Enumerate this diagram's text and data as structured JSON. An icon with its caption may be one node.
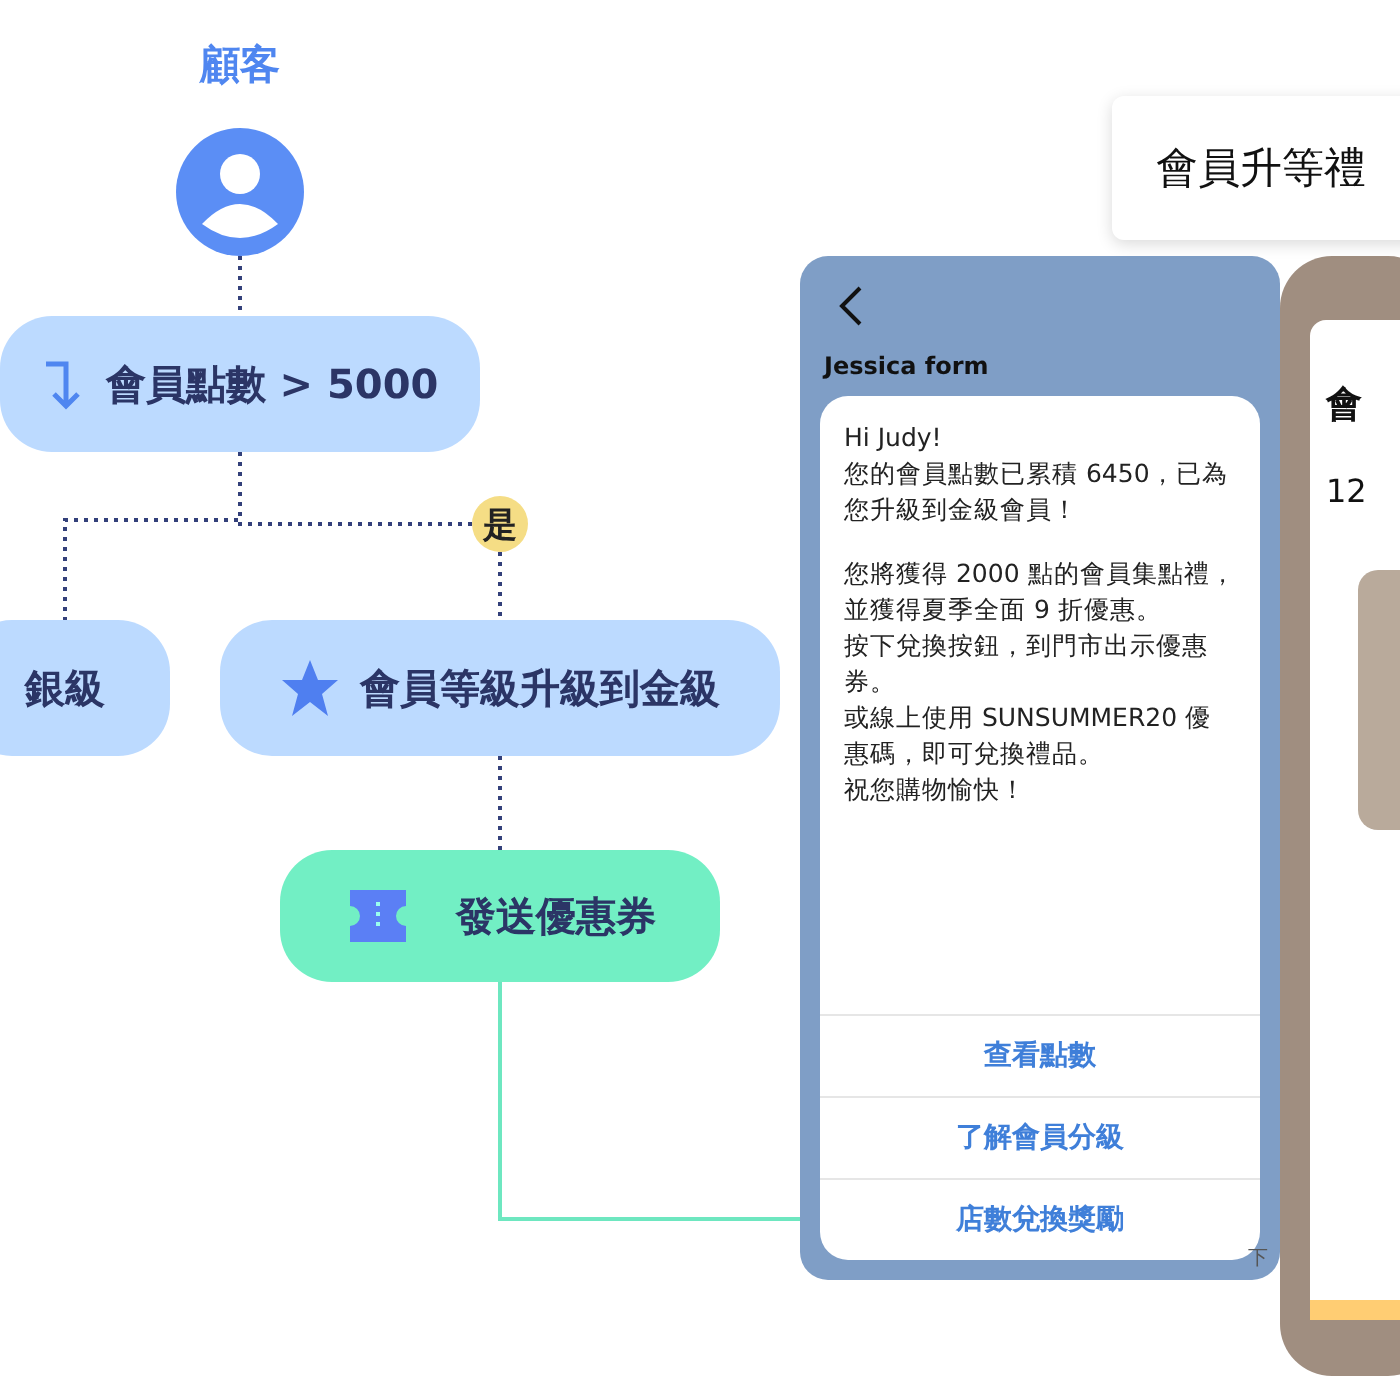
{
  "diagram": {
    "nodes": [
      {
        "text": [
          "顧客"
        ]
      },
      {
        "text": [
          "會員點數 > 5000"
        ]
      },
      {
        "text": [
          "是"
        ]
      },
      {
        "text": [
          "銀級"
        ]
      },
      {
        "text": [
          "會員等級升級到金級"
        ]
      },
      {
        "text": [
          "發送優惠券"
        ]
      },
      {
        "text": [
          "Jessica form"
        ]
      },
      {
        "text": [
          "Hi Judy!",
          "您的會員點數已累積 6450，已為您升級到金級會員！",
          "您將獲得 2000 點的會員集點禮，並獲得夏季全面 9 折優惠。",
          "按下兌換按鈕，到門市出示優惠券。",
          "或線上使用 SUNSUMMER20 優惠碼，即可兌換禮品。",
          "祝您購物愉快！"
        ],
        "in": 6
      },
      {
        "text": [
          "查看點數"
        ],
        "in": 7
      },
      {
        "text": [
          "了解會員分級"
        ],
        "in": 7
      },
      {
        "text": [
          "店數兌換獎勵"
        ],
        "in": 7
      },
      {
        "text": [
          "會員升等禮"
        ]
      },
      {
        "text": [
          "會",
          "12"
        ]
      }
    ],
    "edges": [
      {
        "from": 0,
        "to": 1,
        "arrow": "none",
        "style": "dashed"
      },
      {
        "from": 1,
        "to": 3,
        "arrow": "none",
        "style": "dashed"
      },
      {
        "from": 1,
        "to": 2,
        "arrow": "none",
        "style": "dashed"
      },
      {
        "from": 2,
        "to": 4,
        "arrow": "none",
        "style": "dashed"
      },
      {
        "from": 4,
        "to": 5,
        "arrow": "none",
        "style": "dashed"
      },
      {
        "from": 5,
        "to": 10,
        "arrow": "other",
        "color": "#6ee7c0"
      }
    ],
    "labels": [
      "下"
    ]
  }
}
